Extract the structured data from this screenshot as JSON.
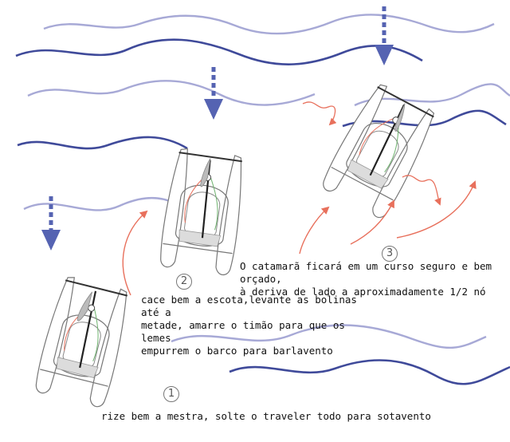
{
  "colors": {
    "wave_dark": "#3f4a9a",
    "wave_light": "#a7a9d6",
    "wind_arrow": "#5563b2",
    "curve_arrow": "#e8705c",
    "boat_outline": "#777777",
    "mast": "#222222"
  },
  "steps": [
    {
      "number": "1",
      "caption": "rize bem a mestra, solte o traveler todo para sotavento"
    },
    {
      "number": "2",
      "caption": "cace bem a escota,levante as bolinas até a\nmetade, amarre o timão para que os lemes\nempurrem o barco para barlavento"
    },
    {
      "number": "3",
      "caption": "O catamarã ficará em um curso seguro e bem orçado,\nà deriva de lado a aproximadamente 1/2 nó"
    }
  ],
  "icons": [
    "wind-arrow-icon",
    "catamaran-icon",
    "drift-arrow-icon"
  ]
}
